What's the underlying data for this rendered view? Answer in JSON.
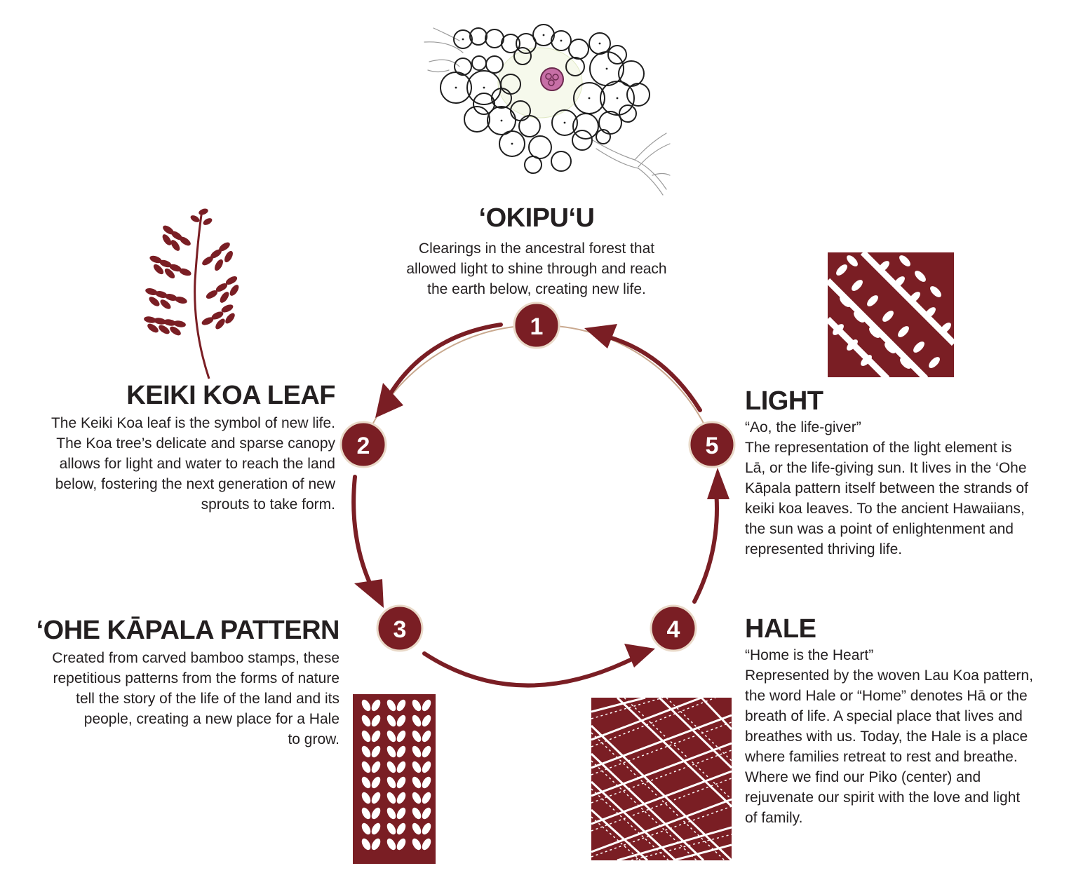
{
  "colors": {
    "accent": "#7a1e24",
    "text": "#231f20",
    "background": "#ffffff",
    "sketch": "#222222",
    "piko": "#c76fa6"
  },
  "steps": [
    {
      "number": "1",
      "title": "‘OKIPU‘U",
      "description": [
        "Clearings in the ancestral forest that",
        "allowed light to shine through and reach",
        "the earth below, creating new life."
      ],
      "icon": "forest-clearing-sketch-icon"
    },
    {
      "number": "2",
      "title": "KEIKI KOA LEAF",
      "description": [
        "The Keiki Koa leaf is the symbol of new life.",
        "The Koa tree’s delicate and sparse canopy",
        "allows for light and water to reach the land",
        "below, fostering the next generation of new",
        "sprouts to take form."
      ],
      "icon": "koa-leaf-icon"
    },
    {
      "number": "3",
      "title": "‘OHE KĀPALA PATTERN",
      "description": [
        "Created from carved bamboo stamps, these",
        "repetitious patterns from the forms of nature",
        "tell the story of the life of the land and its",
        "people, creating a new place for a Hale",
        "to grow."
      ],
      "icon": "ohe-kapala-pattern-icon"
    },
    {
      "number": "4",
      "title": "HALE",
      "subtitle": "“Home is the Heart”",
      "description": [
        "Represented by the woven Lau Koa pattern,",
        "the word Hale or “Home” denotes Hā or the",
        "breath of life. A special place that lives and",
        "breathes with us. Today, the Hale is a place",
        "where families retreat to rest and breathe.",
        "Where we find our Piko (center) and",
        "rejuvenate our spirit with the love and light",
        "of family."
      ],
      "icon": "lau-koa-woven-pattern-icon"
    },
    {
      "number": "5",
      "title": "LIGHT",
      "subtitle": "“Ao, the life-giver”",
      "description": [
        "The representation of the light element is",
        "Lā, or the life-giving sun. It lives in the ‘Ohe",
        "Kāpala pattern itself between the strands of",
        "keiki koa leaves. To the ancient Hawaiians,",
        "the sun was a point of enlightenment and",
        "represented thriving life."
      ],
      "icon": "diagonal-leaf-pattern-icon"
    }
  ]
}
